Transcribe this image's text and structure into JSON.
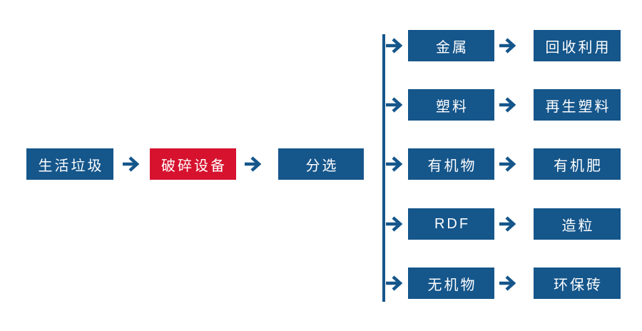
{
  "colors": {
    "primary_blue": "#15568b",
    "highlight_red": "#d6122e",
    "label_text": "#ffffff"
  },
  "icons": {
    "arrow": "right-arrow →",
    "connector": "vertical-branch-line"
  },
  "main_flow": [
    {
      "label": "生活垃圾"
    },
    {
      "label": "破碎设备"
    },
    {
      "label": "分选"
    }
  ],
  "branches": [
    {
      "category": "金属",
      "output": "回收利用"
    },
    {
      "category": "塑料",
      "output": "再生塑料"
    },
    {
      "category": "有机物",
      "output": "有机肥"
    },
    {
      "category": "RDF",
      "output": "造粒"
    },
    {
      "category": "无机物",
      "output": "环保砖"
    }
  ]
}
